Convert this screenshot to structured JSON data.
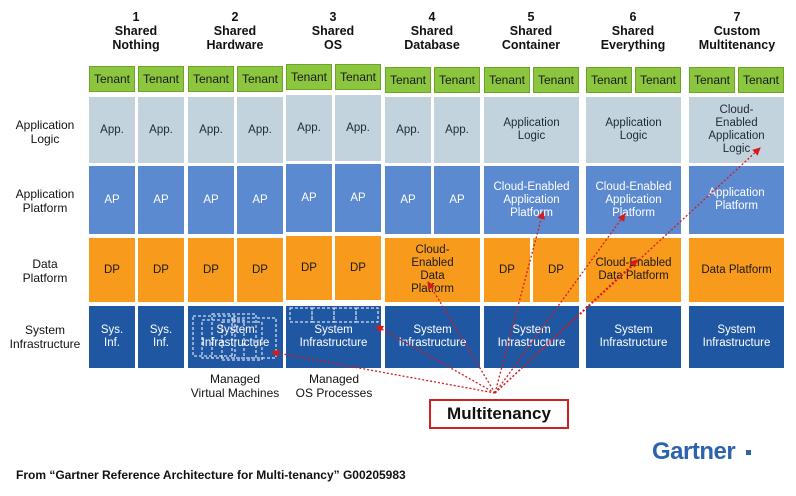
{
  "columns": [
    {
      "num": "1",
      "l1": "Shared",
      "l2": "Nothing"
    },
    {
      "num": "2",
      "l1": "Shared",
      "l2": "Hardware"
    },
    {
      "num": "3",
      "l1": "Shared",
      "l2": "OS"
    },
    {
      "num": "4",
      "l1": "Shared",
      "l2": "Database"
    },
    {
      "num": "5",
      "l1": "Shared",
      "l2": "Container"
    },
    {
      "num": "6",
      "l1": "Shared",
      "l2": "Everything"
    },
    {
      "num": "7",
      "l1": "Custom",
      "l2": "Multitenancy"
    }
  ],
  "row_labels": {
    "app_l1": "Application",
    "app_l2": "Logic",
    "plat_l1": "Application",
    "plat_l2": "Platform",
    "data_l1": "Data",
    "data_l2": "Platform",
    "sys_l1": "System",
    "sys_l2": "Infrastructure"
  },
  "cells": {
    "tenant": "Tenant",
    "app": "App.",
    "ap": "AP",
    "dp": "DP",
    "sys_inf": "Sys. Inf.",
    "system_infrastructure": "System Infrastructure",
    "application_logic": "Application Logic",
    "cloud_app_logic": "Cloud-Enabled Application Logic",
    "cloud_app_platform": "Cloud-Enabled Application Platform",
    "application_platform": "Application Platform",
    "cloud_data_platform_4": "Cloud-Enabled Data Platform",
    "cloud_data_platform_6": "Cloud-Enabled Data Platform",
    "data_platform": "Data Platform"
  },
  "captions": {
    "managed_vm_l1": "Managed",
    "managed_vm_l2": "Virtual Machines",
    "managed_os_l1": "Managed",
    "managed_os_l2": "OS Processes"
  },
  "multitenancy_label": "Multitenancy",
  "logo_text": "Gartner",
  "footer": "From  “Gartner Reference Architecture for Multi-tenancy”  G00205983",
  "colors": {
    "tenant": "#8cc63f",
    "app": "#c2d3de",
    "ap": "#5b8ad0",
    "dp": "#f89a1c",
    "sys": "#1f57a3",
    "arrow": "#d41c1c",
    "logo": "#2d63ae"
  }
}
